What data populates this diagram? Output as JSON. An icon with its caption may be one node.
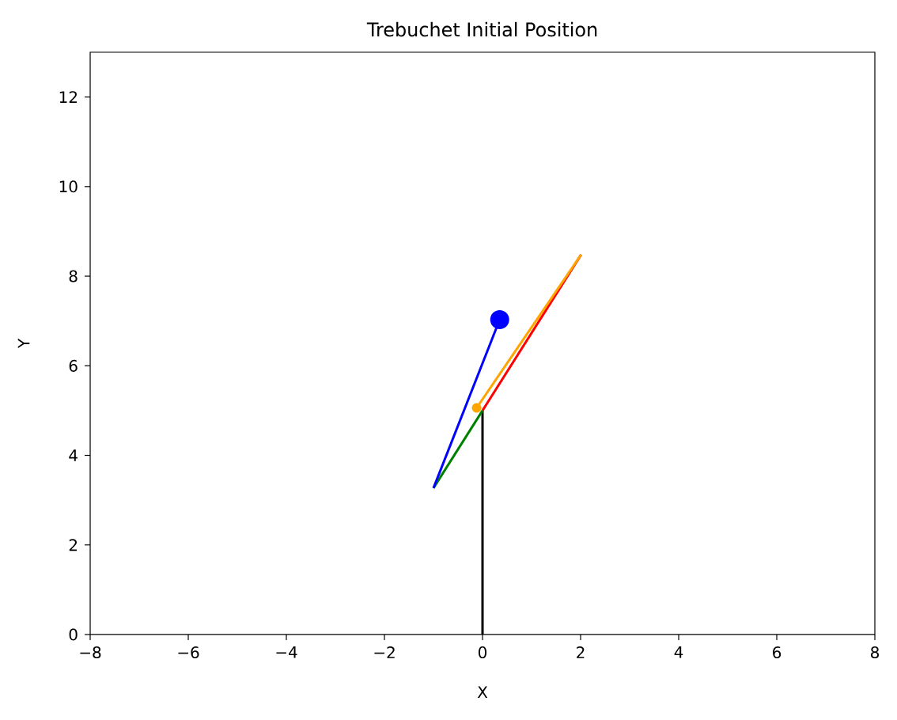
{
  "diagram": {
    "chart_data": {
      "type": "line",
      "title": "Trebuchet Initial Position",
      "xlabel": "X",
      "ylabel": "Y",
      "xlim": [
        -8,
        8
      ],
      "ylim": [
        0,
        13
      ],
      "xticks": [
        -8,
        -6,
        -4,
        -2,
        0,
        2,
        4,
        6,
        8
      ],
      "yticks": [
        0,
        2,
        4,
        6,
        8,
        10,
        12
      ],
      "series": [
        {
          "color": "#000000",
          "x": [
            0,
            0
          ],
          "values": [
            0,
            5
          ]
        },
        {
          "color": "#008000",
          "x": [
            0,
            -1.0
          ],
          "values": [
            5,
            3.27
          ]
        },
        {
          "color": "#0000ff",
          "x": [
            -1.0,
            0.35
          ],
          "values": [
            3.27,
            7.03
          ]
        },
        {
          "color": "#ff0000",
          "x": [
            0,
            2.01
          ],
          "values": [
            5,
            8.48
          ]
        },
        {
          "color": "#ffa500",
          "x": [
            2.01,
            -0.12
          ],
          "values": [
            8.48,
            5.06
          ]
        },
        {
          "color": "#0000ff",
          "x": [
            0.35
          ],
          "values": [
            7.03
          ],
          "marker": "circle"
        },
        {
          "color": "#ffa500",
          "x": [
            -0.12
          ],
          "values": [
            5.06
          ],
          "marker": "circle"
        }
      ]
    }
  }
}
